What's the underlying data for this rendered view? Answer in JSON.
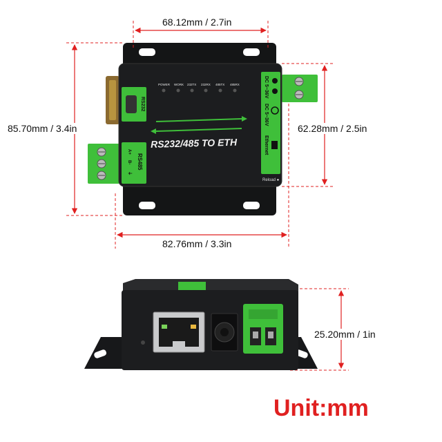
{
  "dimensions": {
    "top_width": "68.12mm / 2.7in",
    "left_height": "85.70mm / 3.4in",
    "right_height": "62.28mm / 2.5in",
    "bottom_width": "82.76mm / 3.3in",
    "side_height": "25.20mm / 1in"
  },
  "device": {
    "title": "RS232/485 TO ETH",
    "leds": [
      "POWER",
      "WORK",
      "232TX",
      "232RX",
      "485TX",
      "485RX"
    ],
    "rs232_label": "RS232",
    "rs485_label": "RS485",
    "rs485_pins": [
      "A+",
      "B-",
      "⏚"
    ],
    "power_label": "DC 5~36V",
    "power_label_2": "DC 5~36V",
    "ethernet_label": "Ethernet",
    "reload_label": "Reload"
  },
  "unit": "Unit:mm",
  "colors": {
    "dimension_red": "#e02020",
    "device_body": "#1c1d1f",
    "accent_green": "#3fbf3a"
  }
}
